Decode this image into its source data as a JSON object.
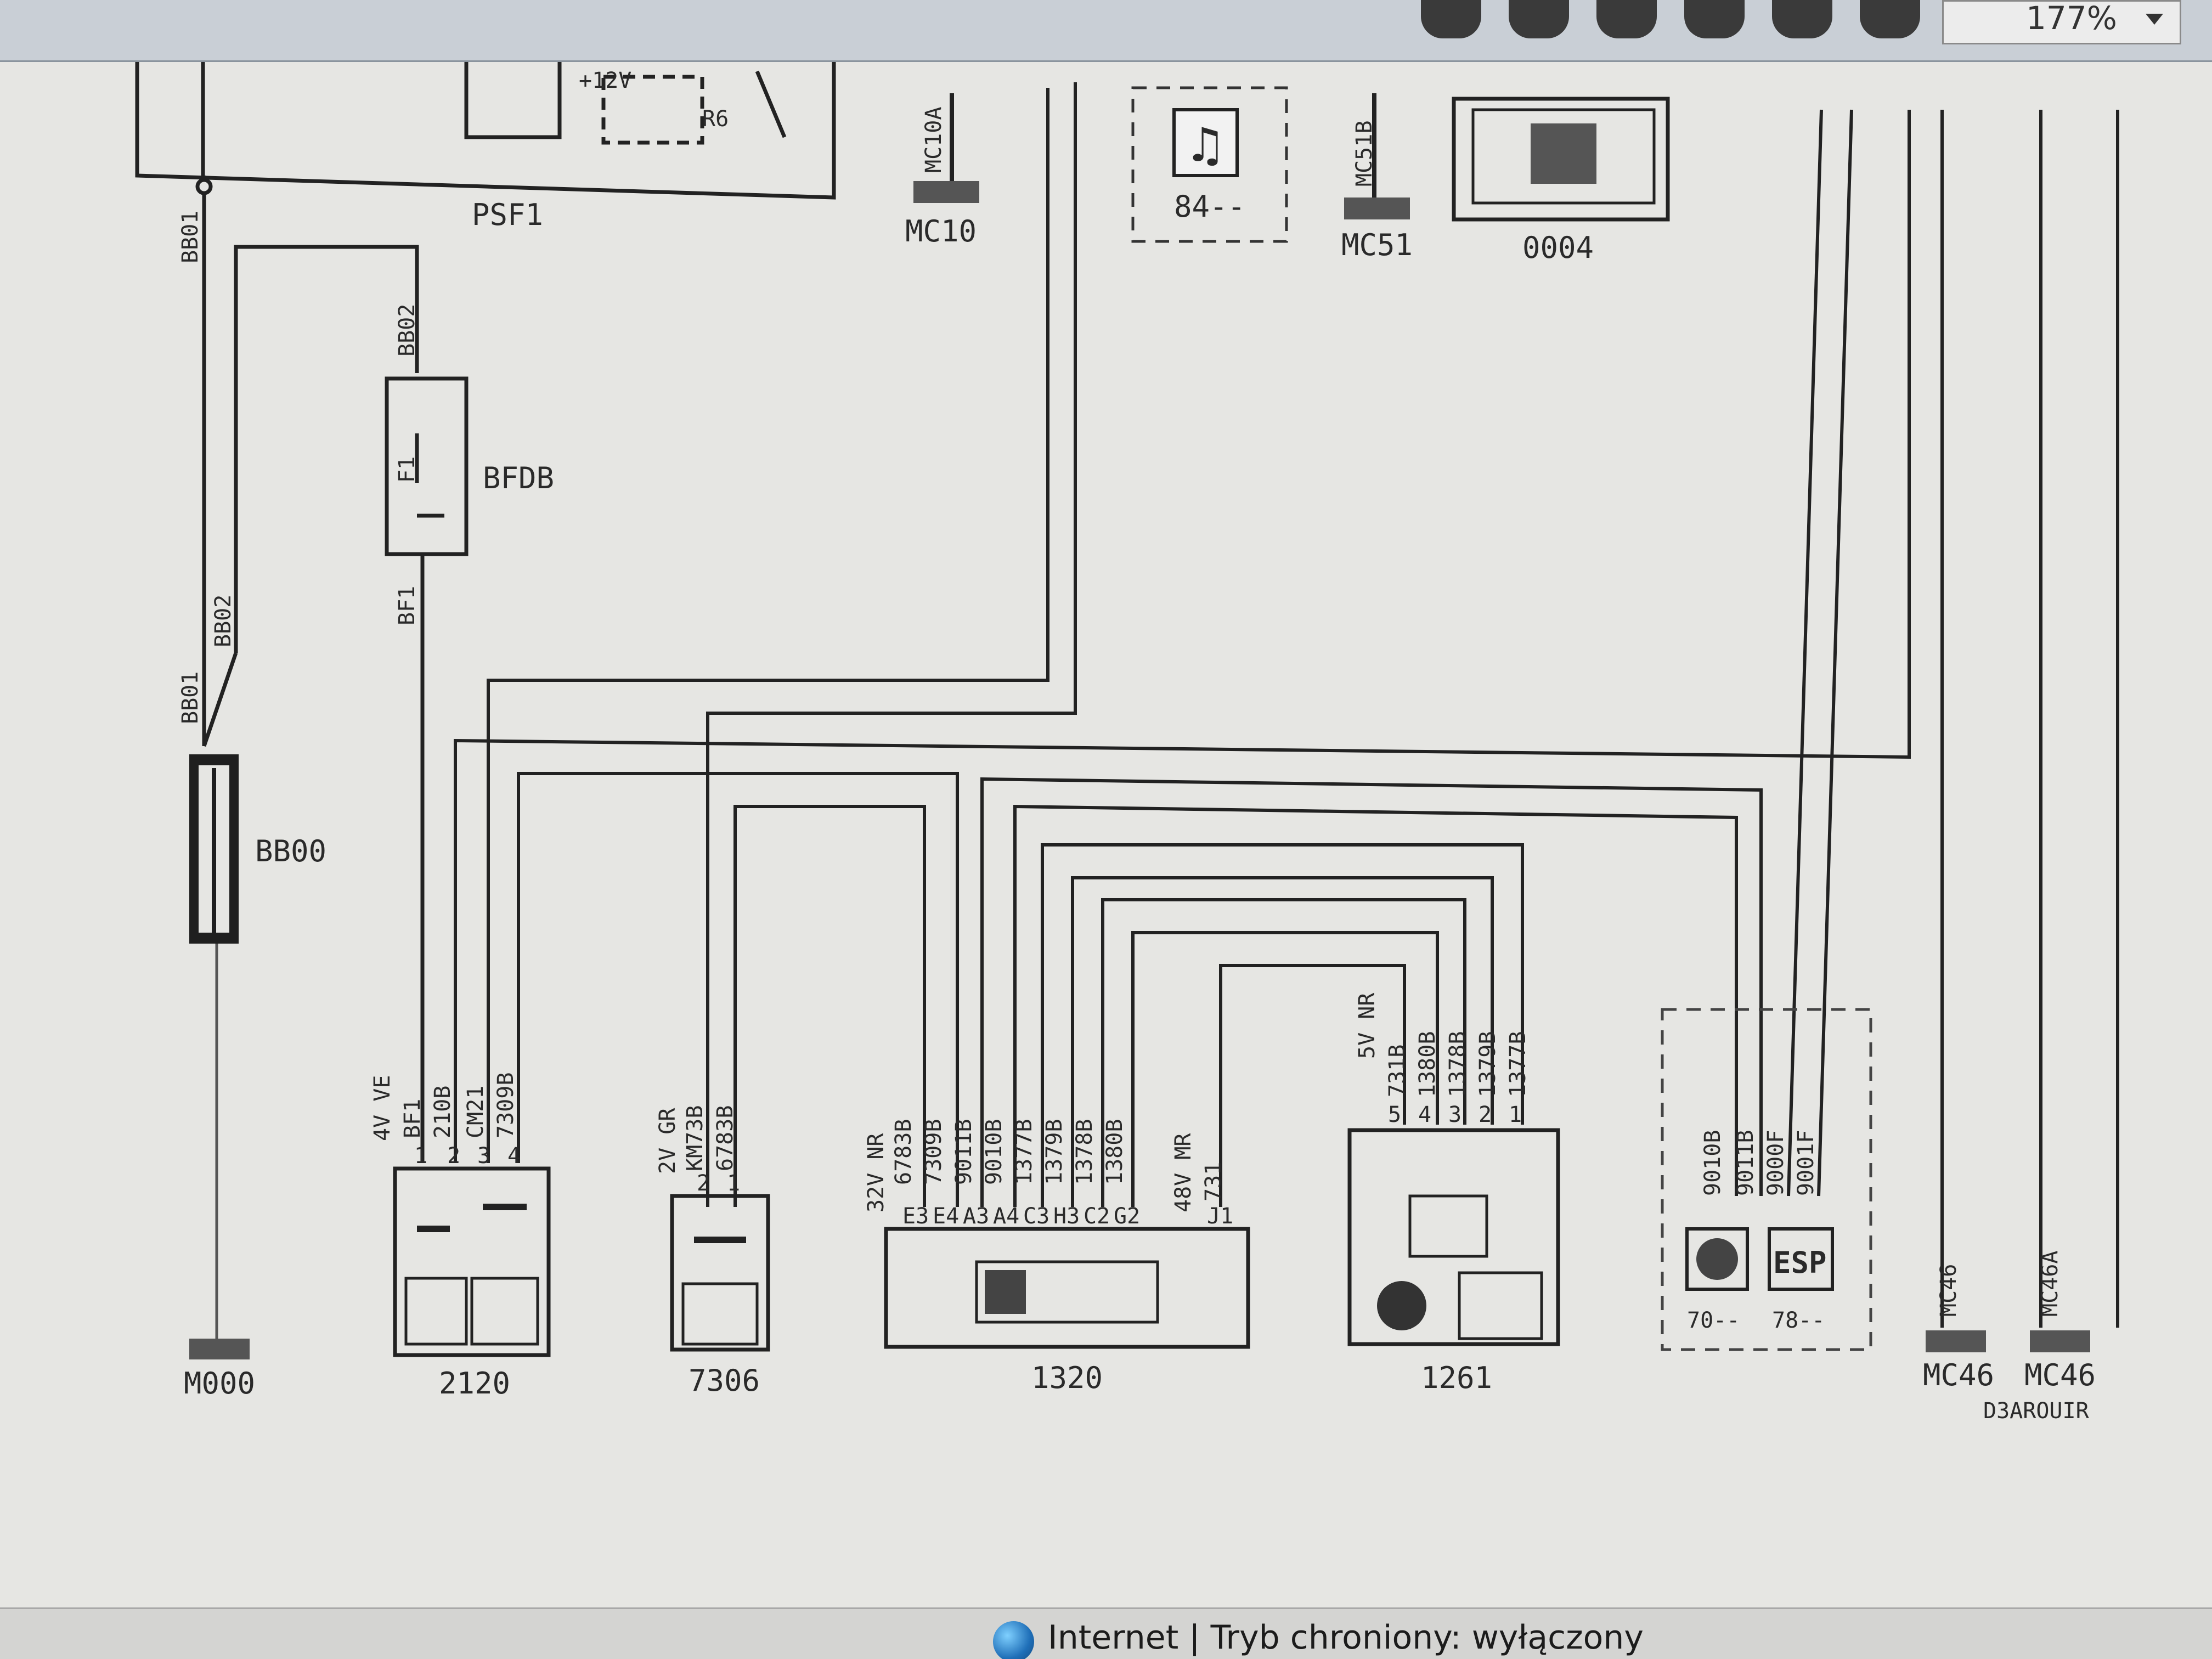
{
  "browser": {
    "zoom": "177%",
    "status": "Internet | Tryb chroniony: wyłączony"
  },
  "diagram": {
    "top_labels": {
      "psf": "PSF1",
      "plus12": "+12V",
      "r6": "R6",
      "mc10a": "MC10A",
      "mc10": "MC10",
      "c84": "84--",
      "mc51b": "MC51B",
      "mc51": "MC51",
      "c0004": "0004"
    },
    "left_labels": {
      "bb01_top": "BB01",
      "bb02_top": "BB02",
      "bfdb": "BFDB",
      "f1": "F1",
      "bf1": "BF1",
      "bb01_low": "BB01",
      "bb02_low": "BB02",
      "bb00": "BB00",
      "m000": "M000"
    },
    "c2120": {
      "name": "2120",
      "header": "4V VE",
      "wires": [
        "BF1",
        "210B",
        "CM21",
        "7309B"
      ],
      "pins": [
        "1",
        "2",
        "3",
        "4"
      ]
    },
    "c7306": {
      "name": "7306",
      "header": "2V GR",
      "wires": [
        "KM73B",
        "6783B"
      ],
      "pins": [
        "2",
        "1"
      ]
    },
    "c1320": {
      "name": "1320",
      "header": "32V NR",
      "wires": [
        "6783B",
        "7309B",
        "9011B",
        "9010B",
        "1377B",
        "1379B",
        "1378B",
        "1380B"
      ],
      "pins": [
        "E3",
        "E4",
        "A3",
        "A4",
        "C3",
        "H3",
        "C2",
        "G2"
      ],
      "header2": "48V MR",
      "wire2": "731",
      "pin2": "J1"
    },
    "c1261": {
      "name": "1261",
      "header": "5V NR",
      "wires": [
        "731B",
        "1380B",
        "1378B",
        "1379B",
        "1377B"
      ],
      "pins": [
        "5",
        "4",
        "3",
        "2",
        "1"
      ]
    },
    "abs": {
      "wires": [
        "9010B",
        "9011B",
        "9000F",
        "9001F"
      ],
      "c70": "70--",
      "c78": "78--",
      "esp": "ESP"
    },
    "ground_right": {
      "mc46b": "MC46",
      "mc46a": "MC46A",
      "mc46_1": "MC46",
      "mc46_2": "MC46",
      "ref": "D3AROUIR"
    }
  }
}
